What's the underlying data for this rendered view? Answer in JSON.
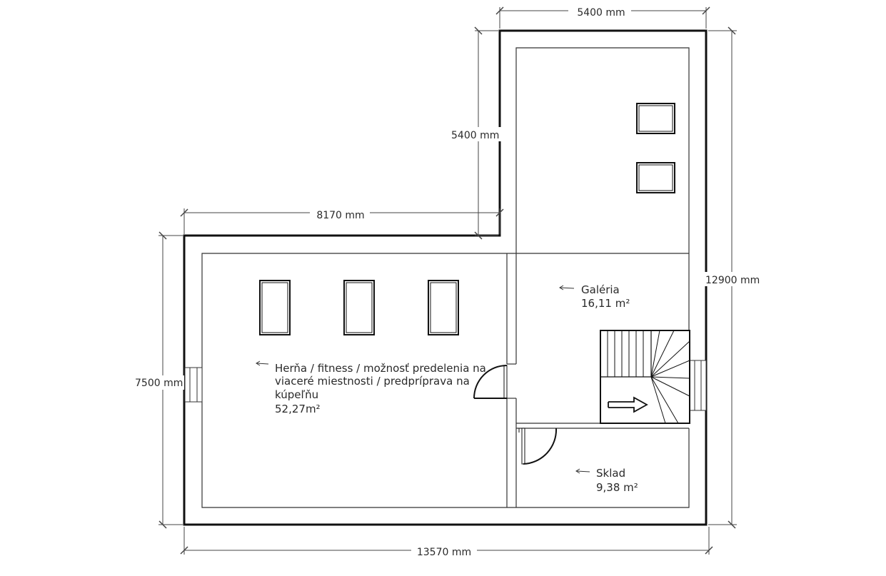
{
  "dimensions": {
    "top_width": "5400 mm",
    "upper_wing_height": "5400 mm",
    "left_wing_width": "8170 mm",
    "right_total_height": "12900 mm",
    "left_height": "7500 mm",
    "bottom_width": "13570 mm"
  },
  "rooms": {
    "herna": {
      "line1": "Herňa / fitness / možnosť predelenia na",
      "line2": "viaceré miestnosti / predpríprava na",
      "line3": "kúpeľňu",
      "area": "52,27m²"
    },
    "galeria": {
      "name": "Galéria",
      "area": "16,11  m²"
    },
    "sklad": {
      "name": "Sklad",
      "area": "9,38 m²"
    }
  }
}
